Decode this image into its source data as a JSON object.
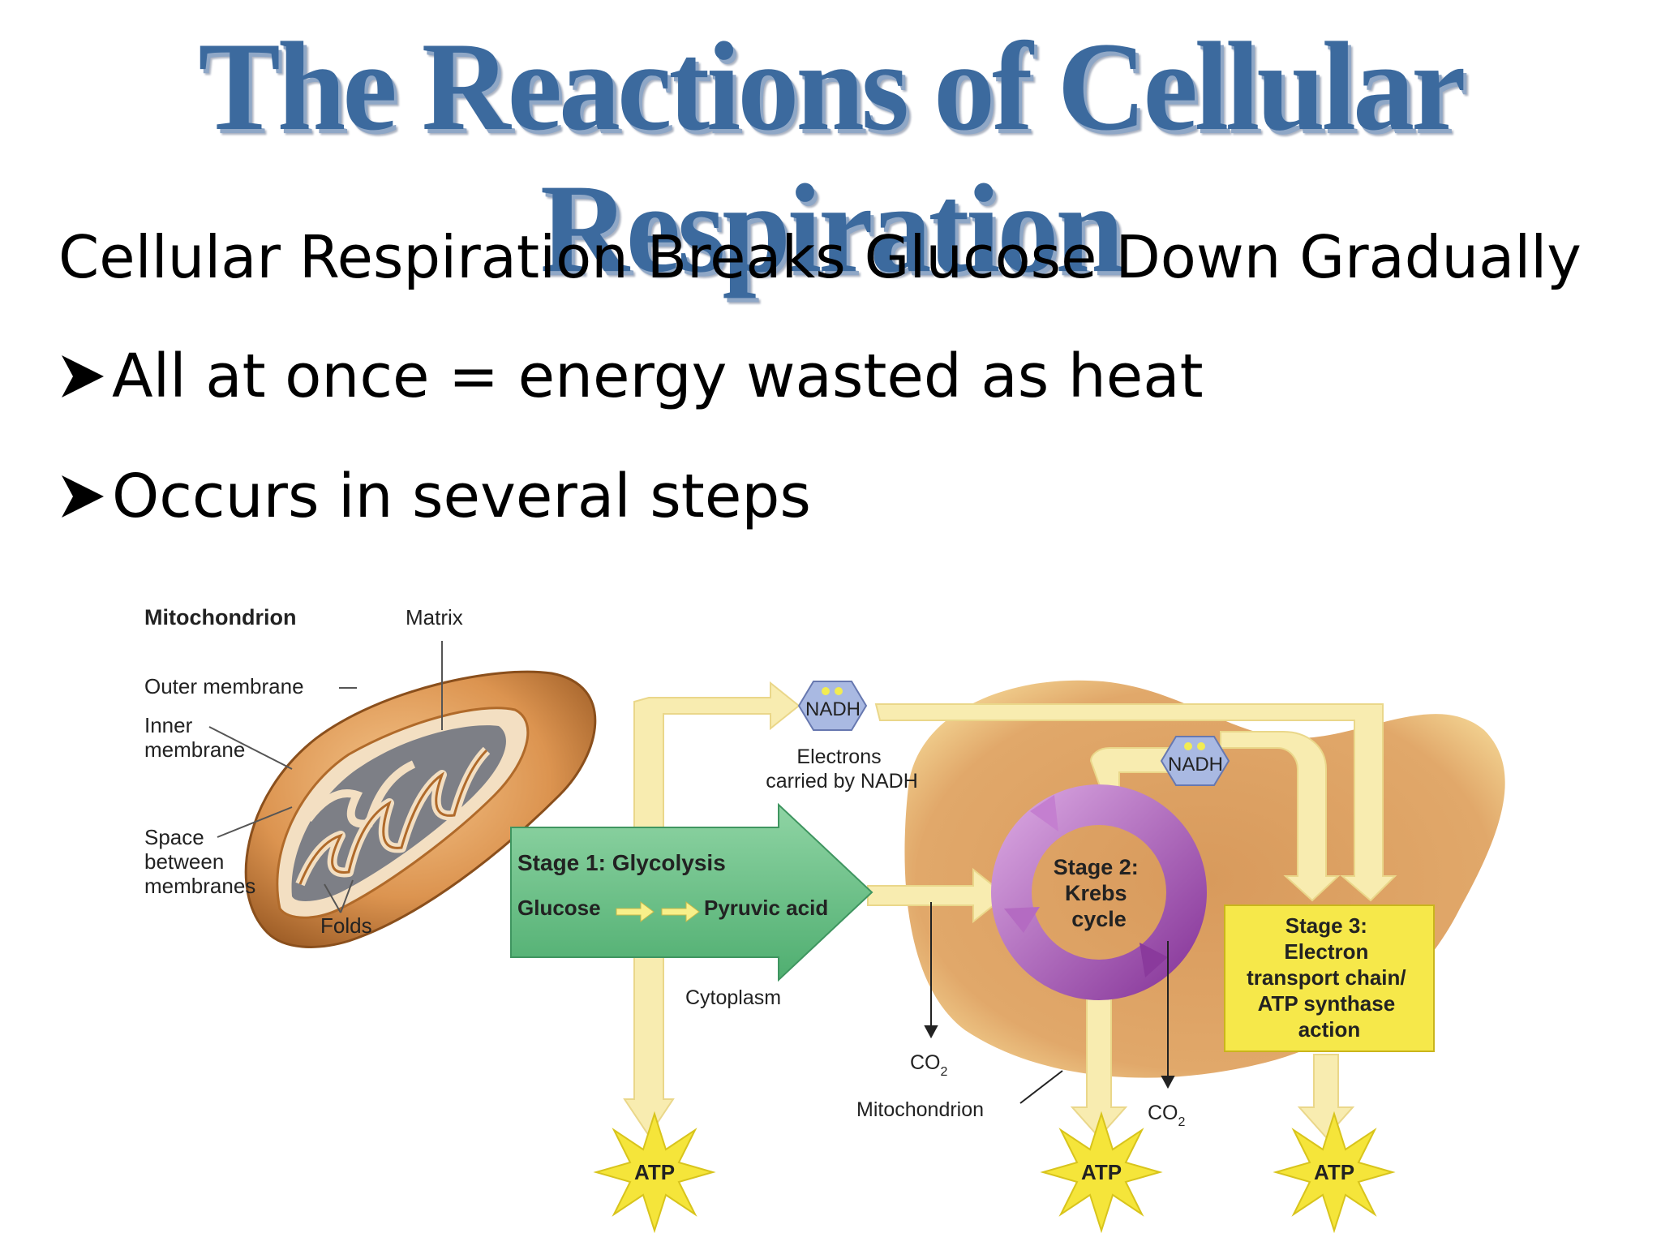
{
  "title": "The Reactions of Cellular Respiration",
  "subtitle": "Cellular Respiration Breaks Glucose Down Gradually",
  "bullets": [
    "All at once = energy wasted as heat",
    "Occurs in several steps"
  ],
  "diagram": {
    "mito_heading": "Mitochondrion",
    "matrix": "Matrix",
    "outer_membrane": "Outer membrane",
    "inner_membrane": [
      "Inner",
      "membrane"
    ],
    "space_between": [
      "Space",
      "between",
      "membranes"
    ],
    "folds": "Folds",
    "nadh": "NADH",
    "electrons": [
      "Electrons",
      "carried by NADH"
    ],
    "stage1": "Stage 1: Glycolysis",
    "glucose": "Glucose",
    "pyruvic": "Pyruvic acid",
    "cytoplasm": "Cytoplasm",
    "stage2": [
      "Stage 2:",
      "Krebs",
      "cycle"
    ],
    "stage3": [
      "Stage 3:",
      "Electron",
      "transport chain/",
      "ATP synthase",
      "action"
    ],
    "co2_main": "CO",
    "co2_sub": "2",
    "mitochondrion_label": "Mitochondrion",
    "atp": "ATP"
  },
  "colors": {
    "title": "#3c6a9e",
    "glycolysis": "#72c08c",
    "krebs": "#a24fb0",
    "etc": "#f6e84a",
    "atp": "#f5e53a",
    "mito_body": "#e6a660",
    "flow_arrow": "#f8ecb0"
  }
}
